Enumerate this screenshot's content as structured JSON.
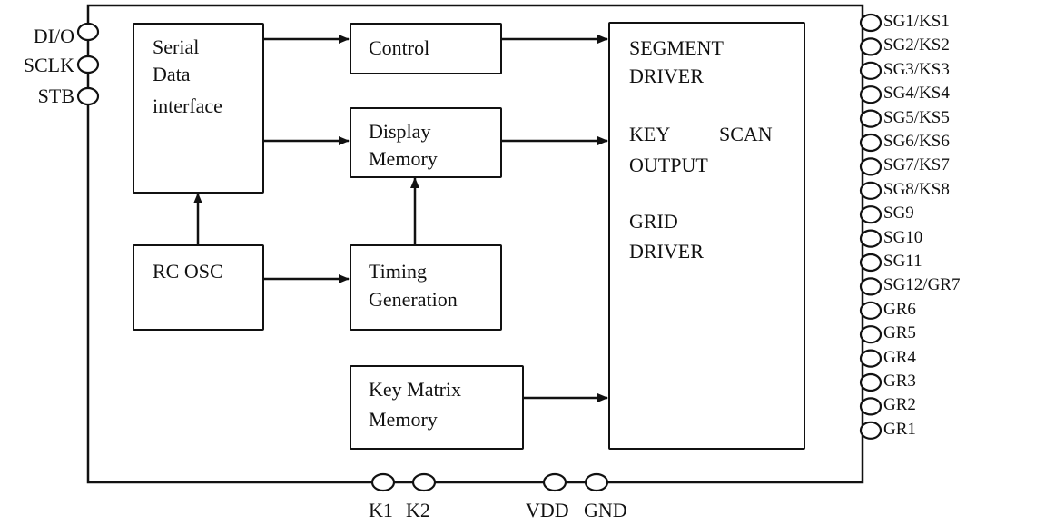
{
  "blocks": {
    "serial": {
      "lines": [
        "Serial",
        "Data",
        "interface"
      ]
    },
    "control": {
      "label": "Control"
    },
    "display_memory": {
      "lines": [
        "Display",
        "Memory"
      ]
    },
    "rc_osc": {
      "label": "RC OSC"
    },
    "timing": {
      "lines": [
        "Timing",
        "Generation"
      ]
    },
    "key_matrix": {
      "lines": [
        "Key Matrix",
        "Memory"
      ]
    },
    "driver": {
      "lines": [
        "SEGMENT",
        "DRIVER",
        "KEY",
        "SCAN",
        "OUTPUT",
        "GRID",
        "DRIVER"
      ]
    }
  },
  "left_pins": [
    "DI/O",
    "SCLK",
    "STB"
  ],
  "right_pins": [
    "SG1/KS1",
    "SG2/KS2",
    "SG3/KS3",
    "SG4/KS4",
    "SG5/KS5",
    "SG6/KS6",
    "SG7/KS7",
    "SG8/KS8",
    "SG9",
    "SG10",
    "SG11",
    "SG12/GR7",
    "GR6",
    "GR5",
    "GR4",
    "GR3",
    "GR2",
    "GR1"
  ],
  "bottom_pins": {
    "k": [
      "K1",
      "K2"
    ],
    "power": [
      "VDD",
      "GND"
    ]
  }
}
